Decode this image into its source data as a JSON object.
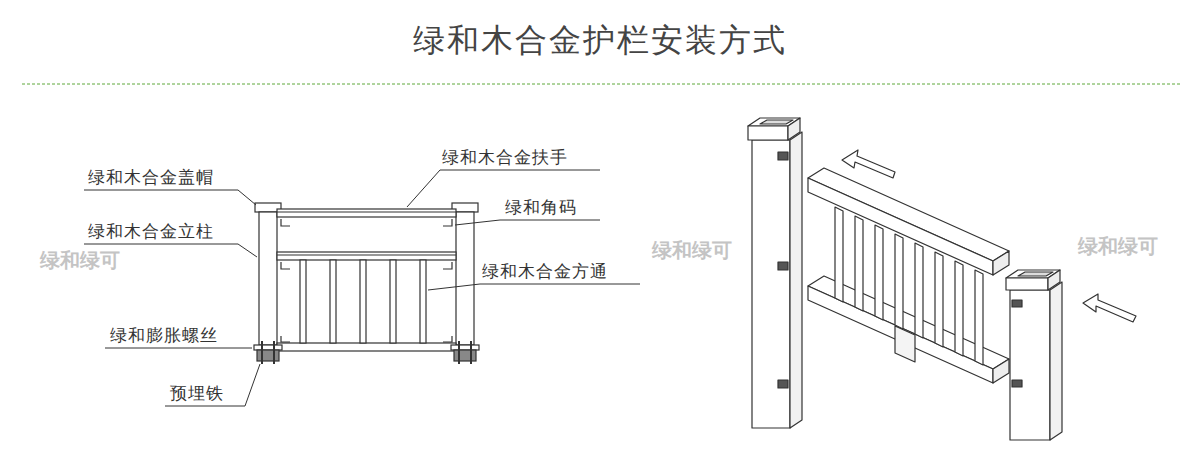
{
  "diagram": {
    "title": "绿和木合金护栏安装方式",
    "labels": [
      "绿和木合金盖帽",
      "绿和木合金立柱",
      "绿和膨胀螺丝",
      "预埋铁",
      "绿和木合金扶手",
      "绿和角码",
      "绿和木合金方通",
      "绿和绿可",
      "绿和绿可",
      "绿和绿可"
    ]
  }
}
